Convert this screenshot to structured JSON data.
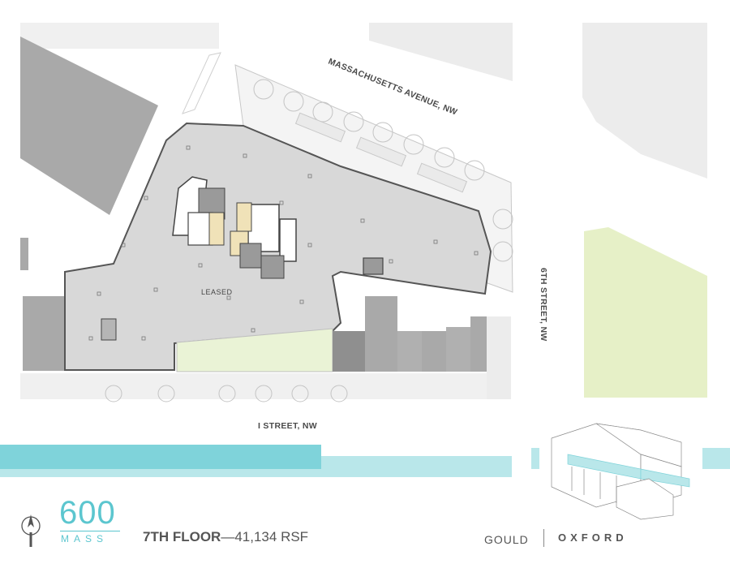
{
  "streets": {
    "north": "MASSACHUSETTS AVENUE, NW",
    "east": "6TH STREET, NW",
    "south": "I STREET, NW"
  },
  "plan": {
    "tenant_label": "LEASED"
  },
  "footer": {
    "brand_number": "600",
    "brand_word": "MASS",
    "floor_label": "7TH FLOOR",
    "floor_area": "—41,134 RSF",
    "partner_1": "GOULD",
    "partner_2": "OXFORD"
  },
  "colors": {
    "accent": "#5cc6cf",
    "accent_light": "#b9e7ea",
    "floor_fill": "#d8d8d8",
    "building_dark": "#a9a9a9",
    "park": "#e6f0c7"
  }
}
